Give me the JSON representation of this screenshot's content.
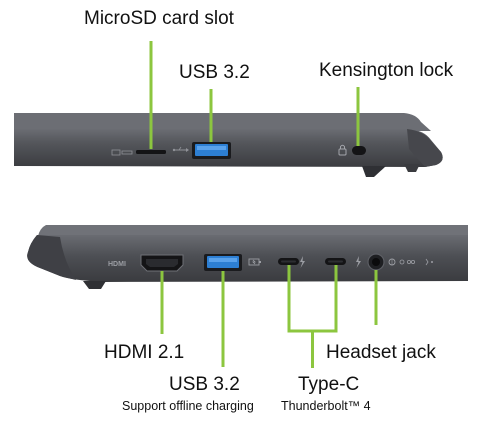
{
  "labels": {
    "microsd": "MicroSD card slot",
    "usb_top": "USB 3.2",
    "kensington": "Kensington lock",
    "hdmi": "HDMI 2.1",
    "usb_bottom": "USB 3.2",
    "usb_bottom_note": "Support offline charging",
    "typec": "Type-C",
    "typec_note": "Thunderbolt™ 4",
    "headset": "Headset jack"
  },
  "port_marks": {
    "hdmi": "HDMI"
  },
  "colors": {
    "callout_line": "#8CC63F",
    "chassis": "#4A4B50",
    "chassis_edge": "#2E2F33",
    "usb_blue": "#2D7FD3",
    "label_text": "#111111"
  },
  "icons": [
    "microsd-icon",
    "usb-icon",
    "lock-icon",
    "battery-charge-icon",
    "thunderbolt-icon",
    "headset-icon",
    "led-icon"
  ]
}
